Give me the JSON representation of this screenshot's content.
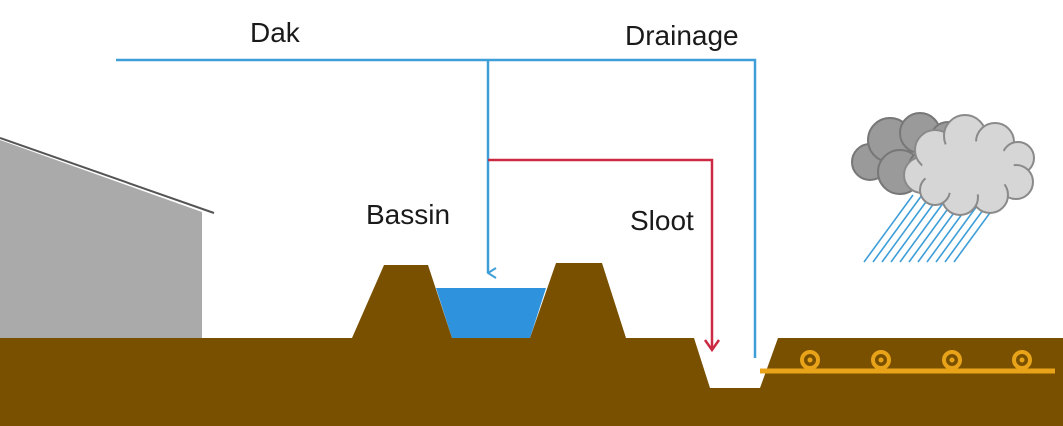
{
  "labels": {
    "roof": "Dak",
    "drainage": "Drainage",
    "basin": "Bassin",
    "ditch": "Sloot"
  },
  "colors": {
    "ground": "#785000",
    "water": "#2e92dc",
    "roof_flow": "#3e9ed8",
    "ditch_flow": "#cc2a42",
    "drain_pipe": "#e8a318",
    "house": "#aaaaaa",
    "roof_line": "#555555",
    "cloud_dark": "#9a9a9a",
    "cloud_light": "#d6d6d6",
    "rain": "#3e9ed8"
  },
  "icons": {
    "house": "house-silhouette",
    "cloud": "rain-cloud-icon"
  }
}
